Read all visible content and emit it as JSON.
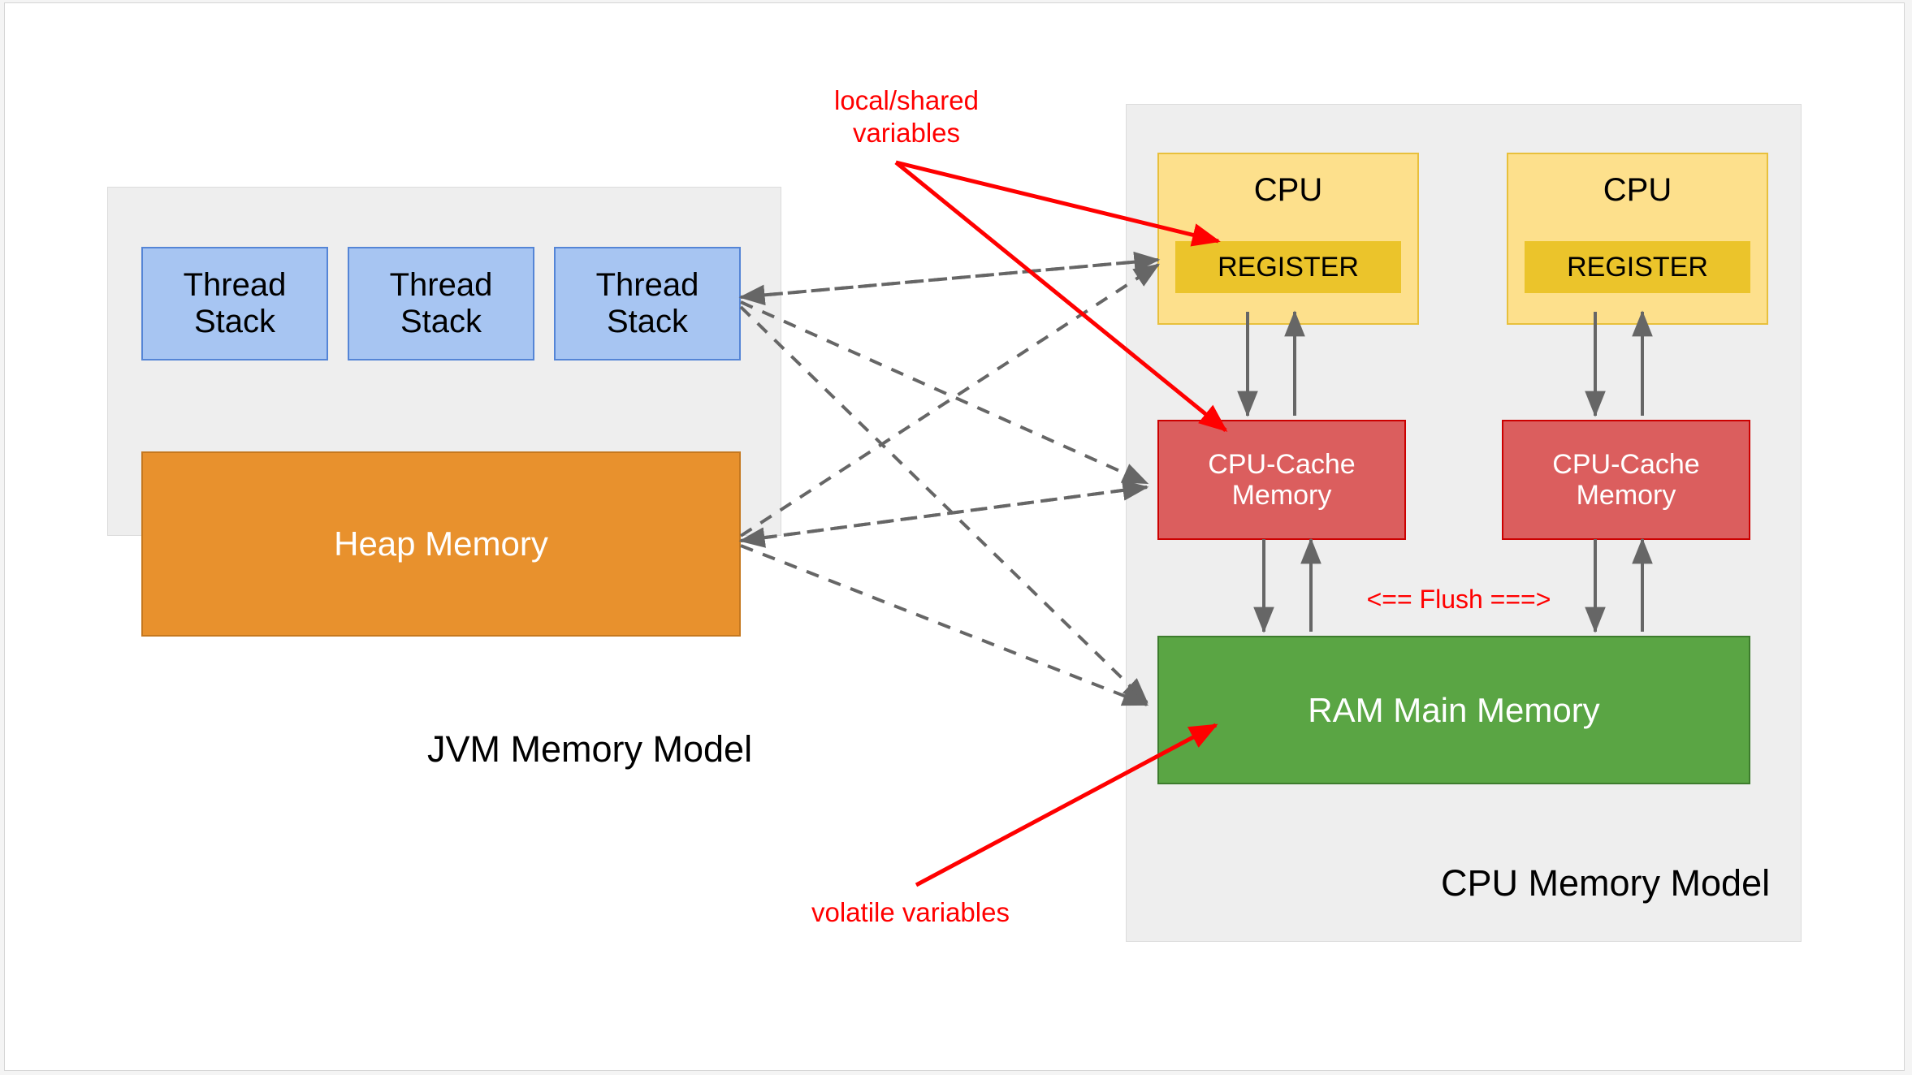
{
  "diagram": {
    "title_visible": false,
    "colors": {
      "thread_stack_fill": "#a7c5f2",
      "thread_stack_stroke": "#5585d6",
      "heap_fill": "#e8912d",
      "heap_stroke": "#c5781f",
      "cpu_fill": "#fde08c",
      "cpu_stroke": "#e8c03c",
      "register_fill": "#ebc42b",
      "cache_fill": "#db5e5e",
      "cache_stroke": "#cc0000",
      "ram_fill": "#5aa544",
      "ram_stroke": "#3d7c2d",
      "panel_fill": "#eeeeee",
      "panel_stroke": "#dcdcdc",
      "annotation_red": "#ff0000",
      "arrow_gray": "#666666"
    }
  },
  "jvm_panel": {
    "label": "JVM Memory Model",
    "thread_stacks": [
      {
        "label": "Thread\nStack"
      },
      {
        "label": "Thread\nStack"
      },
      {
        "label": "Thread\nStack"
      }
    ],
    "heap": {
      "label": "Heap Memory"
    }
  },
  "cpu_panel": {
    "label": "CPU Memory Model",
    "cpus": [
      {
        "label": "CPU",
        "register_label": "REGISTER",
        "cache_label": "CPU-Cache\nMemory"
      },
      {
        "label": "CPU",
        "register_label": "REGISTER",
        "cache_label": "CPU-Cache\nMemory"
      }
    ],
    "ram": {
      "label": "RAM Main Memory"
    },
    "flush_label": "<== Flush ===>"
  },
  "annotations": {
    "local_shared": "local/shared\nvariables",
    "volatile": "volatile variables"
  }
}
